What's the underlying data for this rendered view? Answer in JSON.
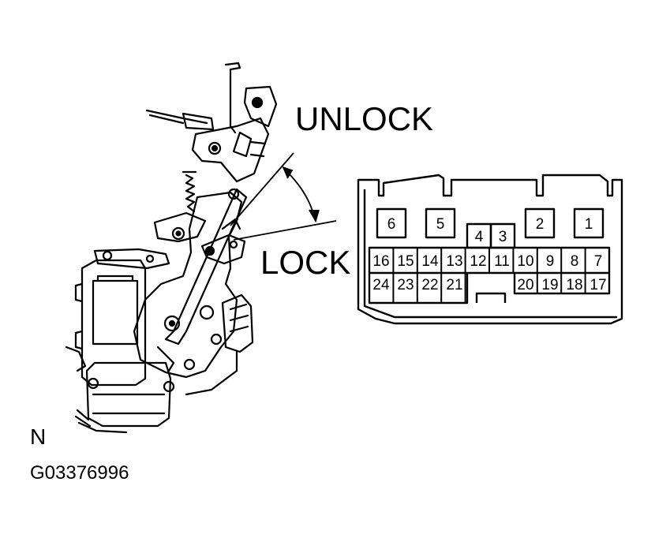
{
  "labels": {
    "unlock": "UNLOCK",
    "lock": "LOCK",
    "view_letter": "N",
    "figure_code": "G03376996"
  },
  "connector": {
    "top_pins": [
      "6",
      "5",
      "4",
      "3",
      "2",
      "1"
    ],
    "row1": [
      "16",
      "15",
      "14",
      "13",
      "12",
      "11",
      "10",
      "9",
      "8",
      "7"
    ],
    "row2_left": [
      "24",
      "23",
      "22",
      "21"
    ],
    "row2_right": [
      "20",
      "19",
      "18",
      "17"
    ]
  },
  "colors": {
    "ink": "#000000",
    "paper": "#ffffff"
  }
}
